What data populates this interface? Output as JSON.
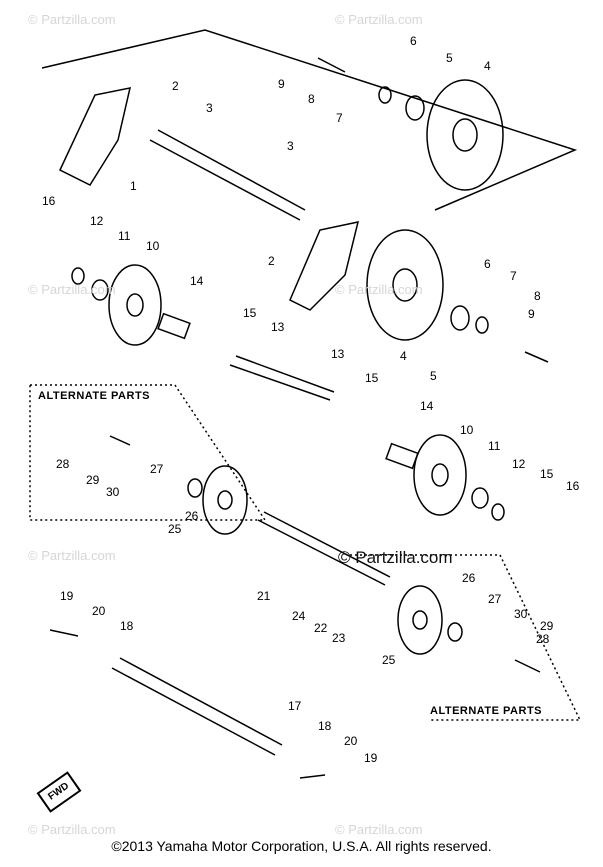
{
  "watermark": "© Partzilla.com",
  "watermark_main": "© Partzilla.com",
  "alternate_top": "ALTERNATE PARTS",
  "alternate_bottom": "ALTERNATE PARTS",
  "fwd_label": "FWD",
  "footer": "©2013  Yamaha Motor Corporation, U.S.A. All rights reserved.",
  "callouts": [
    "1",
    "2",
    "2",
    "3",
    "3",
    "4",
    "4",
    "5",
    "5",
    "6",
    "6",
    "7",
    "7",
    "8",
    "8",
    "9",
    "9",
    "10",
    "10",
    "11",
    "11",
    "12",
    "12",
    "13",
    "13",
    "14",
    "14",
    "15",
    "15",
    "15",
    "16",
    "16",
    "17",
    "18",
    "18",
    "19",
    "19",
    "20",
    "20",
    "21",
    "22",
    "23",
    "24",
    "25",
    "25",
    "26",
    "26",
    "27",
    "27",
    "28",
    "28",
    "29",
    "29",
    "30",
    "30"
  ]
}
